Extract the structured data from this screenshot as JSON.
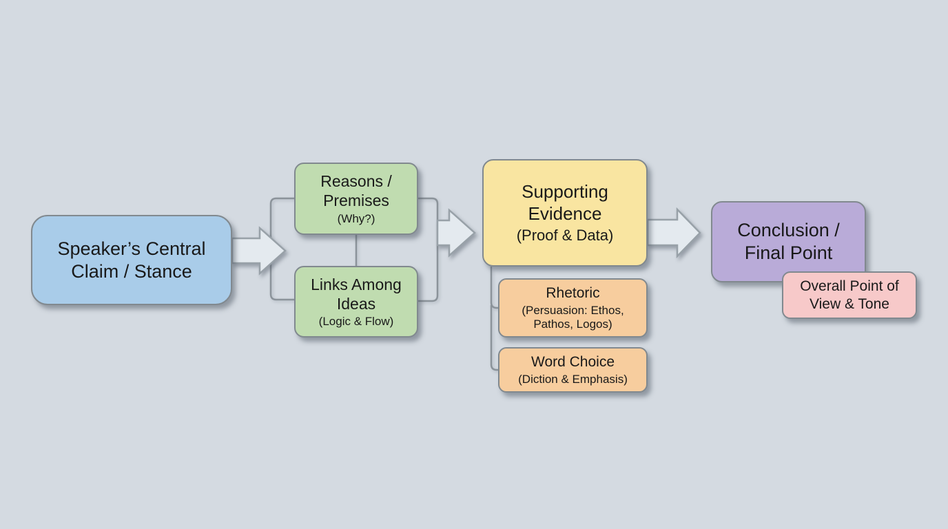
{
  "colors": {
    "background": "#d4dae1",
    "connector": "#8b939a",
    "arrow_fill": "#e4eaef",
    "arrow_stroke": "#98a1a8",
    "box_border": "#81898f",
    "text": "#191919"
  },
  "nodes": {
    "claim": {
      "main": "Speaker’s Central\nClaim / Stance",
      "fill": "#a9cce9"
    },
    "reasons": {
      "main": "Reasons /\nPremises",
      "sub": "(Why?)",
      "fill": "#c0dcb0"
    },
    "links": {
      "main": "Links Among\nIdeas",
      "sub": "(Logic & Flow)",
      "fill": "#c0dcb0"
    },
    "evidence": {
      "main": "Supporting\nEvidence",
      "sub": "(Proof & Data)",
      "fill": "#f9e5a1"
    },
    "rhetoric": {
      "main": "Rhetoric",
      "sub": "(Persuasion: Ethos,\nPathos, Logos)",
      "fill": "#f7cd9e"
    },
    "word_choice": {
      "main": "Word Choice",
      "sub": "(Diction & Emphasis)",
      "fill": "#f7cd9e"
    },
    "conclusion": {
      "main": "Conclusion /\nFinal Point",
      "fill": "#b9abd8"
    },
    "pov": {
      "main": "Overall Point of\nView & Tone",
      "fill": "#f7c9c9"
    }
  }
}
